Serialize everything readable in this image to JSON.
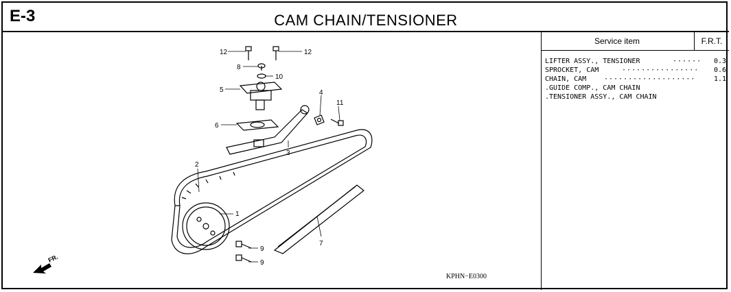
{
  "header": {
    "section_code": "E-3",
    "title": "CAM  CHAIN/TENSIONER"
  },
  "service_table": {
    "col_item": "Service item",
    "col_frt": "F.R.T.",
    "rows": [
      {
        "name": "LIFTER ASSY., TENSIONER",
        "dots": "······",
        "frt": "0.3"
      },
      {
        "name": "SPROCKET, CAM",
        "dots": "················",
        "frt": "0.6"
      },
      {
        "name": "CHAIN, CAM",
        "dots": "···················",
        "frt": "1.1"
      },
      {
        "name": ".GUIDE COMP., CAM CHAIN",
        "dots": "",
        "frt": ""
      },
      {
        "name": ".TENSIONER ASSY., CAM CHAIN",
        "dots": "",
        "frt": ""
      }
    ]
  },
  "diagram": {
    "callouts": [
      "12",
      "12",
      "8",
      "10",
      "5",
      "4",
      "11",
      "6",
      "3",
      "2",
      "1",
      "7",
      "9",
      "9"
    ],
    "direction_label": "FR.",
    "figure_code": "KPHN−E0300"
  }
}
